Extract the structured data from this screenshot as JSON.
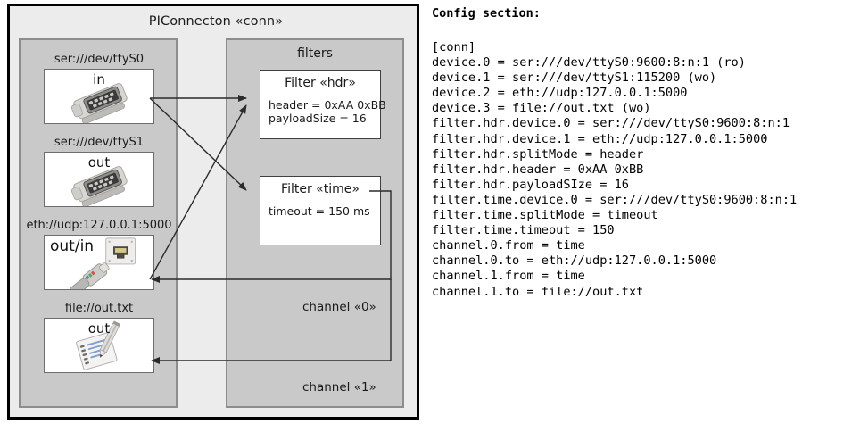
{
  "diagram": {
    "title": "PIConnecton «conn»",
    "devices_panel": {
      "name": "devices",
      "items": [
        {
          "caption": "ser:///dev/ttyS0",
          "label": "in",
          "icon": "serial-port-icon"
        },
        {
          "caption": "ser:///dev/ttyS1",
          "label": "out",
          "icon": "serial-port-icon"
        },
        {
          "caption": "eth://udp:127.0.0.1:5000",
          "label": "out/in",
          "icon": "ethernet-jack-icon"
        },
        {
          "caption": "file://out.txt",
          "label": "out",
          "icon": "notepad-pencil-icon"
        }
      ]
    },
    "filters_panel": {
      "title": "filters",
      "filters": [
        {
          "title": "Filter «hdr»",
          "props": [
            "header = 0xAA 0xBB",
            "payloadSize = 16"
          ]
        },
        {
          "title": "Filter «time»",
          "props": [
            "timeout = 150 ms"
          ]
        }
      ],
      "channels": [
        {
          "label": "channel «0»"
        },
        {
          "label": "channel «1»"
        }
      ]
    }
  },
  "config": {
    "heading": "Config section:",
    "lines": [
      "[conn]",
      "device.0 = ser:///dev/ttyS0:9600:8:n:1 (ro)",
      "device.1 = ser:///dev/ttyS1:115200 (wo)",
      "device.2 = eth://udp:127.0.0.1:5000",
      "device.3 = file://out.txt (wo)",
      "filter.hdr.device.0 = ser:///dev/ttyS0:9600:8:n:1",
      "filter.hdr.device.1 = eth://udp:127.0.0.1:5000",
      "filter.hdr.splitMode = header",
      "filter.hdr.header = 0xAA 0xBB",
      "filter.hdr.payloadSIze = 16",
      "filter.time.device.0 = ser:///dev/ttyS0:9600:8:n:1",
      "filter.time.splitMode = timeout",
      "filter.time.timeout = 150",
      "channel.0.from = time",
      "channel.0.to = eth://udp:127.0.0.1:5000",
      "channel.1.from = time",
      "channel.1.to = file://out.txt"
    ]
  },
  "colors": {
    "page_background": "#ffffff",
    "outer_frame_fill": "#ececec",
    "outer_frame_border": "#000000",
    "panel_fill": "#c9c9c9",
    "panel_border": "#8d8d8d",
    "box_fill": "#ffffff",
    "box_border": "#404040",
    "edge_stroke": "#2b2b2b",
    "text": "#1a1a1a"
  }
}
